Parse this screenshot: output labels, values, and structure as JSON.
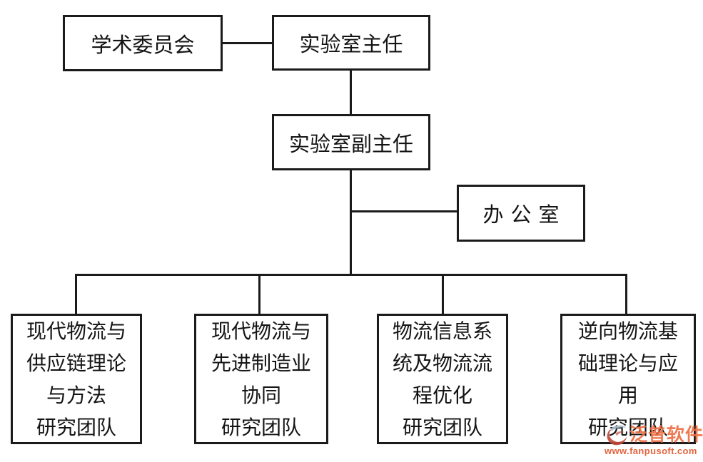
{
  "colors": {
    "background": "#ffffff",
    "line": "#1b1b1b",
    "watermark": "#ed6f45",
    "watermark_url": "#e2562f",
    "logo_dark": "#c0493b",
    "logo_light": "#a7bccd"
  },
  "nodes": {
    "academic": {
      "label": "学术委员会"
    },
    "director": {
      "label": "实验室主任"
    },
    "deputy": {
      "label": "实验室副主任"
    },
    "office": {
      "label": "办公室"
    },
    "teams": [
      {
        "id": "team-modern-logistics-supply-chain",
        "lines": [
          "现代物流与",
          "供应链理论",
          "与方法",
          "研究团队"
        ]
      },
      {
        "id": "team-logistics-advanced-manufacturing",
        "lines": [
          "现代物流与",
          "先进制造业",
          "协同",
          "研究团队"
        ]
      },
      {
        "id": "team-logistics-info-system",
        "lines": [
          "物流信息系",
          "统及物流流",
          "程优化",
          "研究团队"
        ]
      },
      {
        "id": "team-reverse-logistics",
        "lines": [
          "逆向物流基",
          "础理论与应",
          "用",
          "研究团队"
        ]
      }
    ]
  },
  "watermark": {
    "brand": "泛普软件",
    "url": "www.fanpusoft.com"
  }
}
